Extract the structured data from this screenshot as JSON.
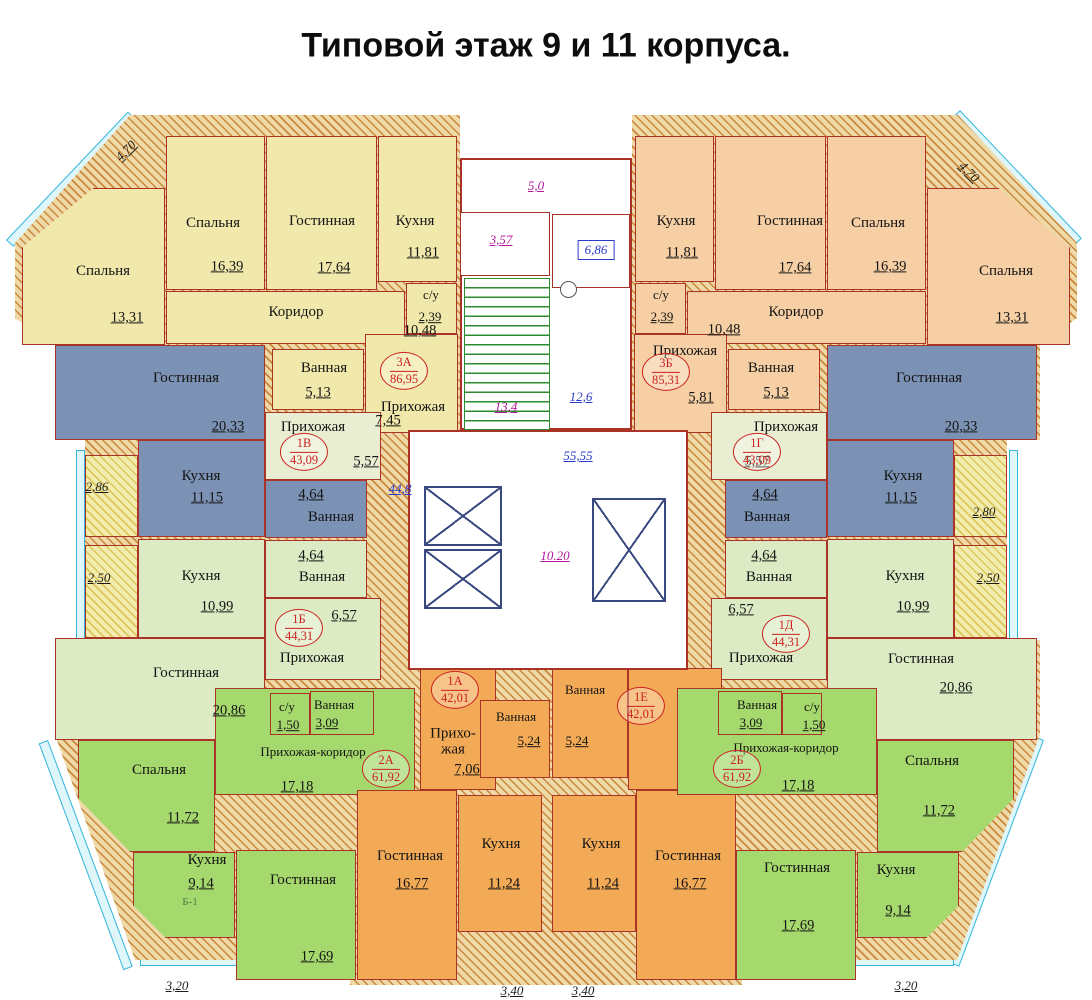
{
  "title": "Типовой этаж 9 и 11 корпуса.",
  "apartments": [
    {
      "id": "3А",
      "total": "86,95",
      "rooms": [
        {
          "name": "Спальня",
          "area": "13,31"
        },
        {
          "name": "Спальня",
          "area": "16,39"
        },
        {
          "name": "Гостинная",
          "area": "17,64"
        },
        {
          "name": "Кухня",
          "area": "11,81"
        },
        {
          "name": "Коридор",
          "area": "10,48"
        },
        {
          "name": "с/у",
          "area": "2,39"
        },
        {
          "name": "Ванная",
          "area": "5,13"
        },
        {
          "name": "Прихожая",
          "area": "7,45"
        }
      ]
    },
    {
      "id": "3Б",
      "total": "85,31",
      "rooms": [
        {
          "name": "Кухня",
          "area": "11,81"
        },
        {
          "name": "Гостинная",
          "area": "17,64"
        },
        {
          "name": "Спальня",
          "area": "16,39"
        },
        {
          "name": "Спальня",
          "area": "13,31"
        },
        {
          "name": "Коридор",
          "area": "10,48"
        },
        {
          "name": "с/у",
          "area": "2,39"
        },
        {
          "name": "Ванная",
          "area": "5,13"
        },
        {
          "name": "Прихожая",
          "area": "5,81"
        }
      ]
    },
    {
      "id": "1В",
      "total": "43,09",
      "rooms": [
        {
          "name": "Гостинная",
          "area": "20,33"
        },
        {
          "name": "Кухня",
          "area": "11,15"
        },
        {
          "name": "Прихожая",
          "area": "5,57"
        },
        {
          "name": "Ванная",
          "area": "4,64"
        }
      ]
    },
    {
      "id": "1Г",
      "total": "43,09",
      "rooms": [
        {
          "name": "Гостинная",
          "area": "20,33"
        },
        {
          "name": "Кухня",
          "area": "11,15"
        },
        {
          "name": "Прихожая",
          "area": "5,57"
        },
        {
          "name": "Ванная",
          "area": "4,64"
        }
      ]
    },
    {
      "id": "1Б",
      "total": "44,31",
      "rooms": [
        {
          "name": "Кухня",
          "area": "10,99"
        },
        {
          "name": "Ванная",
          "area": "4,64"
        },
        {
          "name": "Прихожая",
          "area": "6,57"
        },
        {
          "name": "Гостинная",
          "area": "20,86"
        }
      ]
    },
    {
      "id": "1Д",
      "total": "44,31",
      "rooms": [
        {
          "name": "Кухня",
          "area": "10,99"
        },
        {
          "name": "Ванная",
          "area": "4,64"
        },
        {
          "name": "Прихожая",
          "area": "6,57"
        },
        {
          "name": "Гостинная",
          "area": "20,86"
        }
      ]
    },
    {
      "id": "2А",
      "total": "61,92",
      "rooms": [
        {
          "name": "Спальня",
          "area": "11,72"
        },
        {
          "name": "Кухня",
          "area": "9,14"
        },
        {
          "name": "Гостинная",
          "area": "17,69"
        },
        {
          "name": "Прихожая-коридор",
          "area": "17,18"
        },
        {
          "name": "с/у",
          "area": "1,50"
        },
        {
          "name": "Ванная",
          "area": "3,09"
        }
      ]
    },
    {
      "id": "1А",
      "total": "42,01",
      "rooms": [
        {
          "name": "Прихо-жая",
          "area": "7,06"
        },
        {
          "name": "Ванная",
          "area": "5,24"
        },
        {
          "name": "Кухня",
          "area": "11,24"
        },
        {
          "name": "Гостинная",
          "area": "16,77"
        }
      ]
    },
    {
      "id": "1Е",
      "total": "42,01",
      "rooms": [
        {
          "name": "Ванная",
          "area": "5,24"
        },
        {
          "name": "Кухня",
          "area": "11,24"
        },
        {
          "name": "Гостинная",
          "area": "16,77"
        }
      ]
    },
    {
      "id": "2Б",
      "total": "61,92",
      "rooms": [
        {
          "name": "Прихожая-коридор",
          "area": "17,18"
        },
        {
          "name": "Ванная",
          "area": "3,09"
        },
        {
          "name": "с/у",
          "area": "1,50"
        },
        {
          "name": "Спальня",
          "area": "11,72"
        },
        {
          "name": "Гостинная",
          "area": "17,69"
        },
        {
          "name": "Кухня",
          "area": "9,14"
        }
      ]
    }
  ],
  "core_dims": {
    "entry_width": "5,0",
    "stair_upper": "3,57",
    "shaft": "6,86",
    "stair_length": "13,4",
    "landing": "12,6",
    "hall": "55,55",
    "hall_width": "44,8",
    "elevator_hall": "10.20"
  },
  "edge_dims": {
    "top_left": "4,70",
    "top_right": "4,70",
    "left_upper": "2,86",
    "left_lower": "2,50",
    "right_upper": "2,80",
    "right_lower": "2,50",
    "bottom_left": "3,20",
    "bottom_center_left": "3,40",
    "bottom_center_right": "3,40",
    "bottom_right": "3,20"
  },
  "misc": {
    "kitchen_unit": "Б-1"
  },
  "colors": {
    "apt3a_yellow": "#f1e9ab",
    "apt3b_peach": "#f6cfa4",
    "one_room_blue": "#7b92b4",
    "one_room_pale_green": "#dcebc4",
    "two_room_green": "#a5d96e",
    "one_room_orange": "#f3aa56",
    "hall_pale": "#e9eed2",
    "badge_red": "#cc2222",
    "dim_magenta": "#b5199d",
    "dim_blue": "#2a3bc8"
  }
}
